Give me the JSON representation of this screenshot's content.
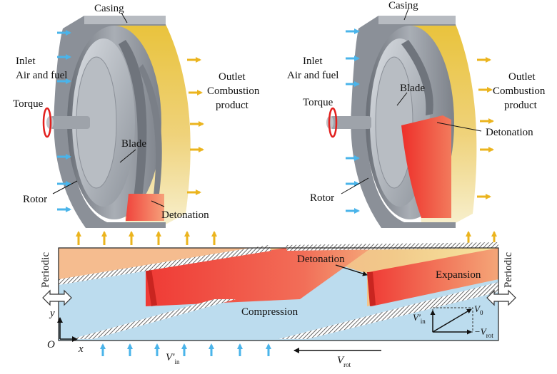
{
  "labels": {
    "casing": "Casing",
    "inlet": "Inlet",
    "air_fuel": "Air and fuel",
    "outlet": "Outlet",
    "combustion": "Combustion",
    "product": "product",
    "torque": "Torque",
    "blade": "Blade",
    "rotor": "Rotor",
    "detonation": "Detonation",
    "periodic": "Periodic",
    "compression": "Compression",
    "expansion": "Expansion"
  },
  "symbols": {
    "y_axis": "y",
    "x_axis": "x",
    "origin": "O",
    "v_in": "V′",
    "v_in_sub": "in",
    "v_rot": "V",
    "v_rot_sub": "rot",
    "v_zero": "V",
    "v_zero_sub": "0",
    "neg_v_rot": "−V",
    "neg_v_rot_sub": "rot"
  },
  "colors": {
    "inlet_arrow": "#4ab4ea",
    "outlet_arrow": "#ebb41e",
    "detonation": "#ee3a35",
    "fresh_mixture": "#bcdcee",
    "products": "#f2c27a",
    "torque": "#e2201e",
    "metal": "#9aa0a8"
  }
}
